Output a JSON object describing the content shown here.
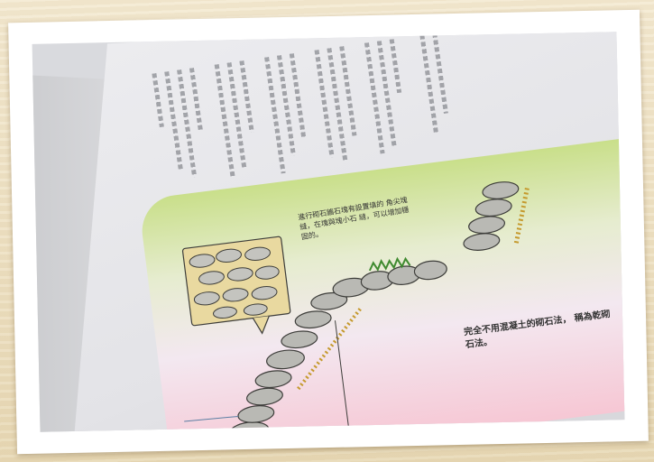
{
  "scene": {
    "subject": "photo-of-open-book-illustration",
    "colors": {
      "background": "#efe3c6",
      "frame": "#ffffff",
      "illustration_top": "#c9df8a",
      "illustration_bottom": "#f6c7d4",
      "stone": "#b9b9b4"
    }
  },
  "illustration": {
    "callout_text": "進行砌石牆石塊有設置填的 角尖塊縫，在塊與塊小石 縫，可以增加穩固的。",
    "caption_text": "完全不用混凝土的砌石法， 稱為乾砌石法。"
  }
}
